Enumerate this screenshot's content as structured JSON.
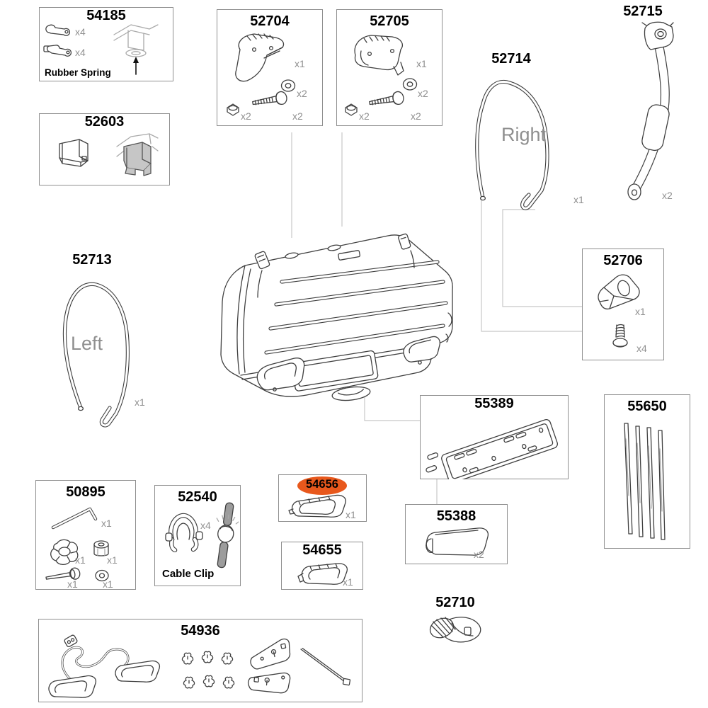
{
  "diagram": {
    "highlight_color": "#e8581c",
    "leader_color": "#c8c8c8",
    "line_color": "#3f3f3f"
  },
  "panels": {
    "p54185": {
      "number": "54185",
      "qty_lever_top": "x4",
      "qty_lever_bottom": "x4",
      "caption": "Rubber Spring"
    },
    "p52603": {
      "number": "52603"
    },
    "p52704": {
      "number": "52704",
      "qty_cover": "x1",
      "qty_washer": "x2",
      "qty_nut": "x2",
      "qty_bolt": "x2"
    },
    "p52705": {
      "number": "52705",
      "qty_cover": "x1",
      "qty_washer": "x2",
      "qty_nut": "x2",
      "qty_bolt": "x2"
    },
    "p52714": {
      "number": "52714",
      "side": "Right",
      "qty": "x1"
    },
    "p52715": {
      "number": "52715",
      "qty": "x2"
    },
    "p52713": {
      "number": "52713",
      "side": "Left",
      "qty": "x1"
    },
    "p52706": {
      "number": "52706",
      "qty_bracket": "x1",
      "qty_screw": "x4"
    },
    "p55389": {
      "number": "55389"
    },
    "p55650": {
      "number": "55650"
    },
    "p50895": {
      "number": "50895",
      "qty_key": "x1",
      "qty_knob": "x1",
      "qty_spacer": "x1",
      "qty_bolt": "x1",
      "qty_washer": "x1"
    },
    "p52540": {
      "number": "52540",
      "qty_clip": "x4",
      "caption": "Cable Clip"
    },
    "p54656": {
      "number": "54656",
      "qty": "x1"
    },
    "p54655": {
      "number": "54655",
      "qty": "x1"
    },
    "p55388": {
      "number": "55388",
      "qty": "x2"
    },
    "p52710": {
      "number": "52710"
    },
    "p54936": {
      "number": "54936"
    }
  }
}
